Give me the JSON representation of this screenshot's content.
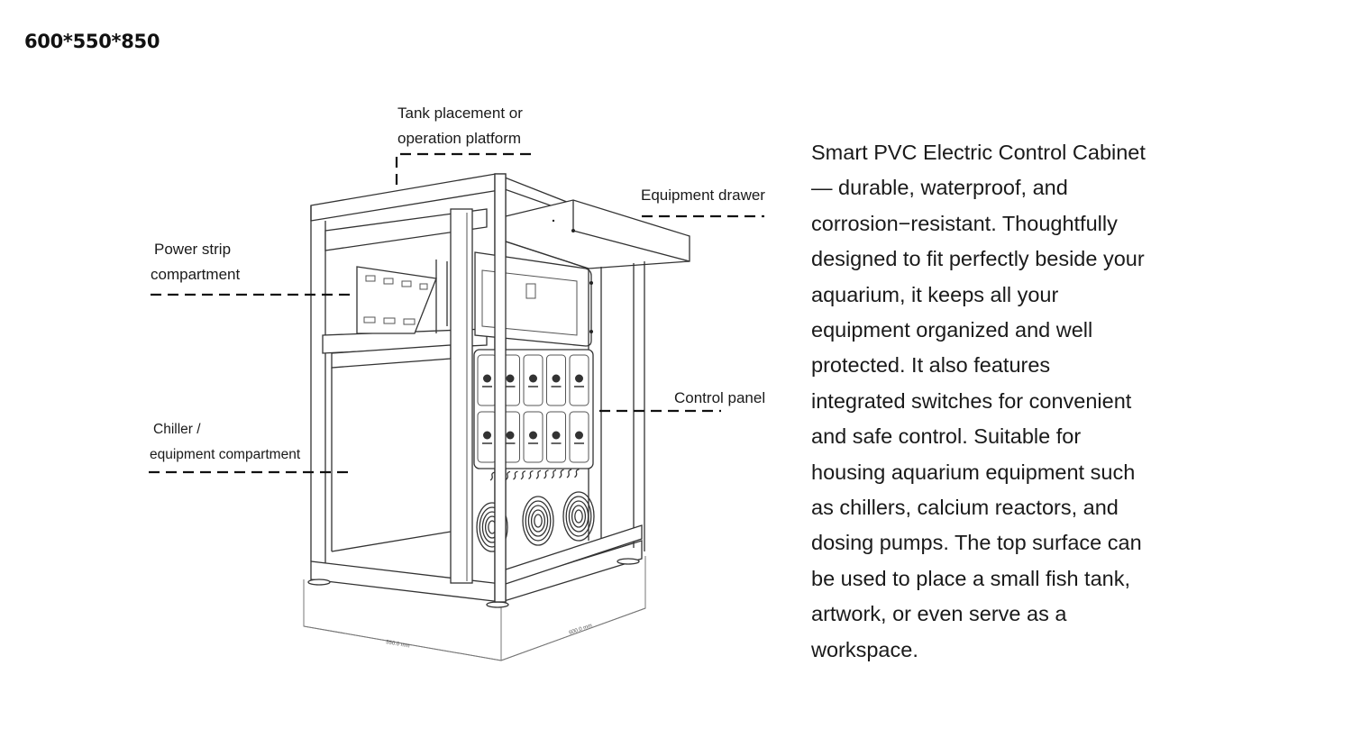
{
  "dimensions_title": "600*550*850",
  "callouts": {
    "tank_platform": [
      "Tank placement or",
      "operation platform"
    ],
    "equipment_drawer": "Equipment drawer",
    "power_strip": [
      "Power strip",
      "compartment"
    ],
    "control_panel": "Control panel",
    "chiller": [
      "Chiller /",
      "equipment compartment"
    ]
  },
  "dimension_labels": {
    "width": "550.0 mm",
    "depth": "600.0 mm"
  },
  "description": {
    "lines": [
      "Smart PVC Electric Control Cabinet",
      "— durable, waterproof, and",
      "corrosion−resistant. Thoughtfully",
      "designed to fit perfectly beside your",
      "aquarium, it keeps all your",
      "equipment organized and well",
      "protected. It also features",
      "integrated switches for convenient",
      "and safe control. Suitable for",
      "housing aquarium equipment such",
      "as chillers, calcium reactors, and",
      "dosing pumps. The top surface can",
      "be used to place a small fish tank,",
      "artwork, or even serve as a",
      "workspace."
    ]
  },
  "control_panel": {
    "switch_rows": 2,
    "switch_columns": 5,
    "fans": 3
  }
}
